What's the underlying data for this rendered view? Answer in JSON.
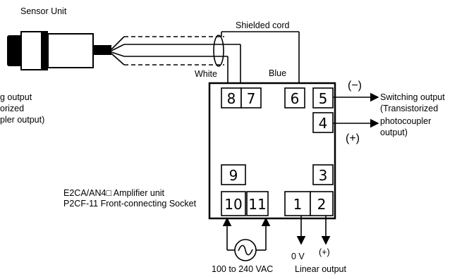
{
  "labels": {
    "sensor_unit": "Sensor Unit",
    "shielded_cord": "Shielded cord",
    "white": "White",
    "blue": "Blue",
    "left_cut_1": "g output",
    "left_cut_2": "orized",
    "left_cut_3": "pler output)",
    "minus": "(−)",
    "plus": "(+)",
    "switch_1": "Switching output",
    "switch_2": "(Transistorized",
    "switch_3": "photocoupler",
    "switch_4": "output)",
    "amp_1": "E2CA/AN4□ Amplifier unit",
    "amp_2": "P2CF-11 Front-connecting Socket",
    "zero_v": "0 V",
    "plus_small": "(+)",
    "linear": "Linear output",
    "ac": "100 to 240 VAC"
  },
  "terminals": {
    "t1": "1",
    "t2": "2",
    "t3": "3",
    "t4": "4",
    "t5": "5",
    "t6": "6",
    "t7": "7",
    "t8": "8",
    "t9": "9",
    "t10": "10",
    "t11": "11"
  },
  "colors": {
    "line": "#000000",
    "background": "#ffffff"
  }
}
